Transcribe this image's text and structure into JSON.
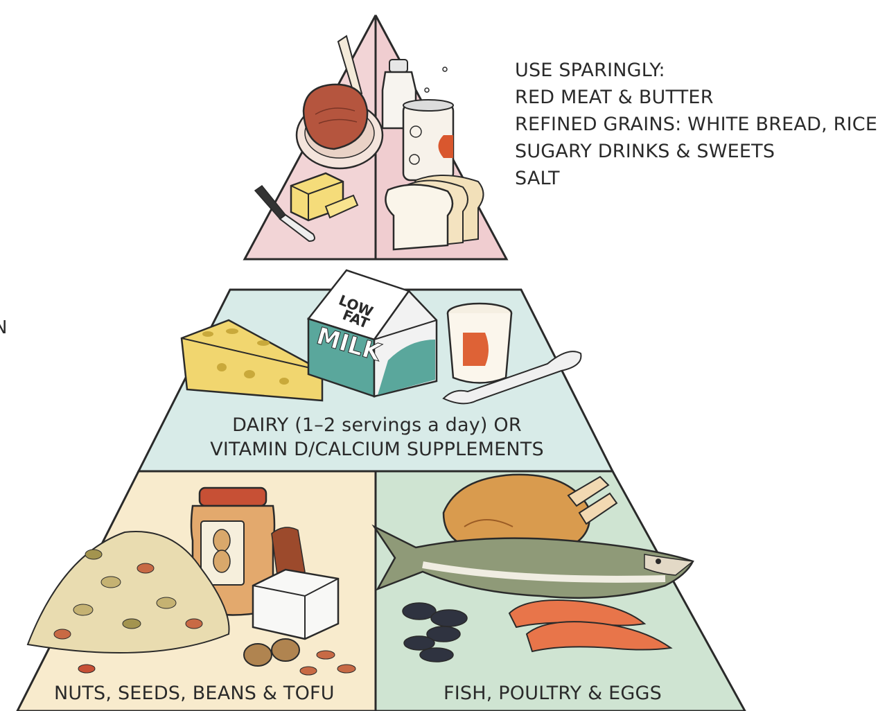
{
  "tiers": {
    "top": {
      "heading": "USE SPARINGLY:",
      "items": [
        "RED MEAT & BUTTER",
        "REFINED GRAINS: WHITE BREAD, RICE",
        "SUGARY DRINKS & SWEETS",
        "SALT"
      ],
      "color": "#f2d4d6"
    },
    "middle": {
      "line1": "DAIRY (1–2 servings a day) OR",
      "line2": "VITAMIN D/CALCIUM SUPPLEMENTS",
      "color": "#d8ebe8"
    },
    "bottom_left": {
      "label": "NUTS, SEEDS, BEANS & TOFU",
      "color": "#f8ebcd"
    },
    "bottom_right": {
      "label": "FISH, POULTRY & EGGS",
      "color": "#cfe4d2"
    }
  },
  "carton": {
    "line1": "LOW",
    "line2": "FAT",
    "line3": "MILK"
  },
  "edge_fragment": "N"
}
